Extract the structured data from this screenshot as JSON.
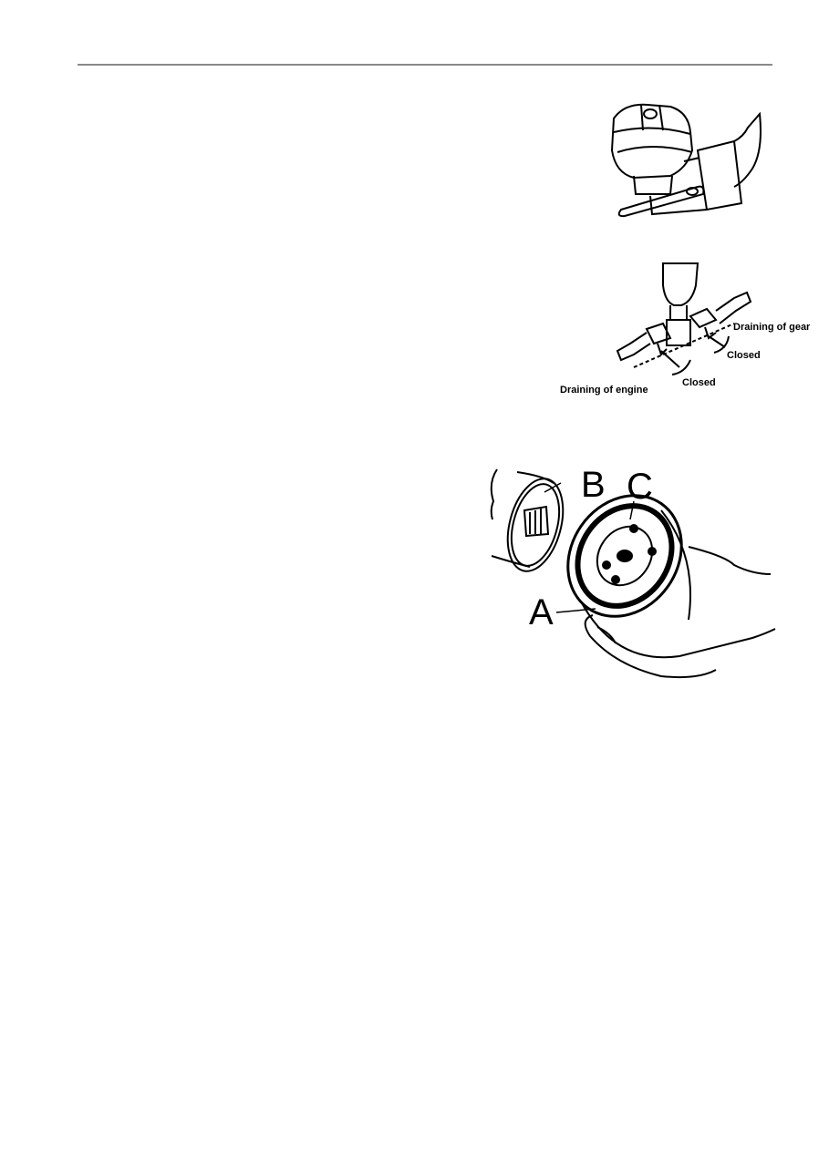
{
  "page": {
    "background": "#ffffff",
    "header_rule_color": "#8a8a8a"
  },
  "figures": {
    "fuel_pump": {
      "caption": ""
    },
    "drain_valve": {
      "labels": {
        "draining_gear": "Draining of gear",
        "closed_gear": "Closed",
        "closed_engine": "Closed",
        "draining_engine": "Draining of engine"
      }
    },
    "oil_filter": {
      "labels": {
        "a": "A",
        "b": "B",
        "c": "C"
      }
    }
  }
}
